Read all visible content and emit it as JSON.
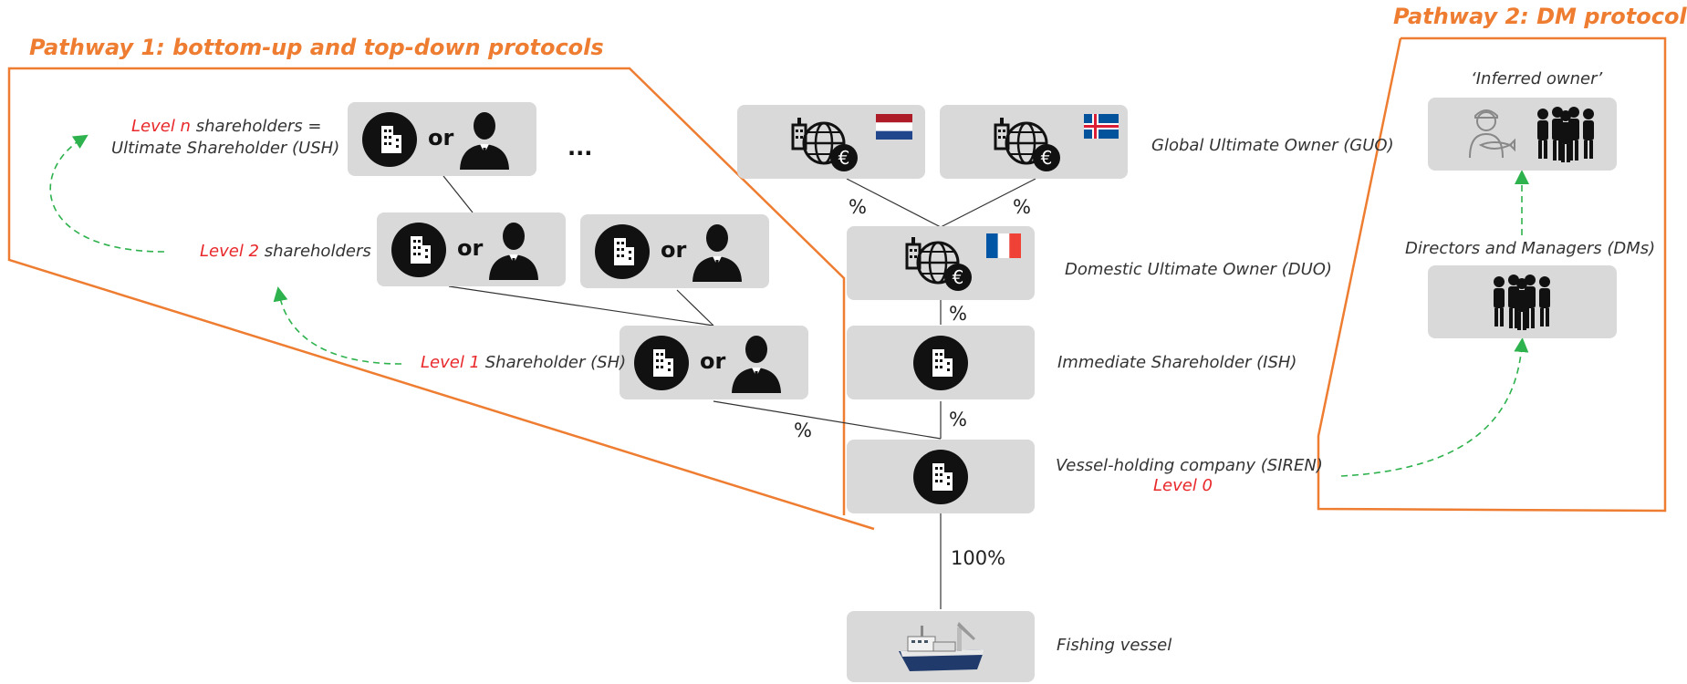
{
  "pathway1_title": "Pathway 1: bottom-up and top-down protocols",
  "pathway2_title": "Pathway 2: DM protocol",
  "labels": {
    "level_n_red": "Level n",
    "level_n_rest": " shareholders =",
    "ush": "Ultimate Shareholder  (USH)",
    "level2_red": "Level 2",
    "level2_rest": " shareholders",
    "level1_red": "Level 1",
    "level1_rest": " Shareholder (SH)",
    "guo": "Global Ultimate Owner (GUO)",
    "duo": "Domestic Ultimate Owner (DUO)",
    "ish": "Immediate Shareholder  (ISH)",
    "siren": "Vessel-holding company (SIREN)",
    "level0": "Level 0",
    "vessel": "Fishing vessel",
    "inferred": "‘Inferred owner’",
    "dms": "Directors and Managers (DMs)"
  },
  "or_text": "or",
  "ellipsis": "...",
  "percent": "%",
  "percent_100": "100%",
  "colors": {
    "orange": "#ee7d31",
    "red_text": "#e8282b",
    "green_dash": "#2eb24d",
    "box_gray": "#d9d9d9"
  },
  "flags": [
    "netherlands-flag",
    "iceland-flag",
    "france-flag"
  ],
  "icons": [
    "company-icon",
    "person-icon",
    "global-company-icon",
    "fisherman-icon",
    "managers-icon",
    "fishing-vessel-icon"
  ]
}
